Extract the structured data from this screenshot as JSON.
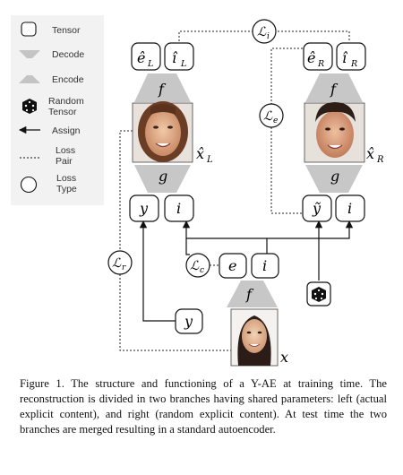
{
  "legend": {
    "tensor": "Tensor",
    "decode": "Decode",
    "encode": "Encode",
    "random_tensor_line1": "Random",
    "random_tensor_line2": "Tensor",
    "assign": "Assign",
    "loss_pair_line1": "Loss",
    "loss_pair_line2": "Pair",
    "loss_type_line1": "Loss",
    "loss_type_line2": "Type"
  },
  "left_branch": {
    "out_e": "ê",
    "out_e_sub": "L",
    "out_i": "î",
    "out_i_sub": "L",
    "decoder": "f",
    "encoder": "g",
    "image_label": "x̂",
    "image_label_sub": "L",
    "code_y": "y",
    "code_i": "i"
  },
  "right_branch": {
    "out_e": "ê",
    "out_e_sub": "R",
    "out_i": "î",
    "out_i_sub": "R",
    "decoder": "f",
    "encoder": "g",
    "image_label": "x̂",
    "image_label_sub": "R",
    "code_y": "ỹ",
    "code_i": "i"
  },
  "input": {
    "encoder": "f",
    "code_e": "e",
    "code_i": "i",
    "label_y": "y",
    "image_label": "x"
  },
  "losses": {
    "l_i": "ℒ",
    "l_i_sub": "i",
    "l_e": "ℒ",
    "l_e_sub": "e",
    "l_r": "ℒ",
    "l_r_sub": "r",
    "l_c": "ℒ",
    "l_c_sub": "c"
  },
  "caption": "Figure 1. The structure and functioning of a Y-AE at training time. The reconstruction is divided in two branches having shared parameters: left (actual explicit content), and right (random explicit content). At test time the two branches are merged resulting in a standard autoencoder."
}
